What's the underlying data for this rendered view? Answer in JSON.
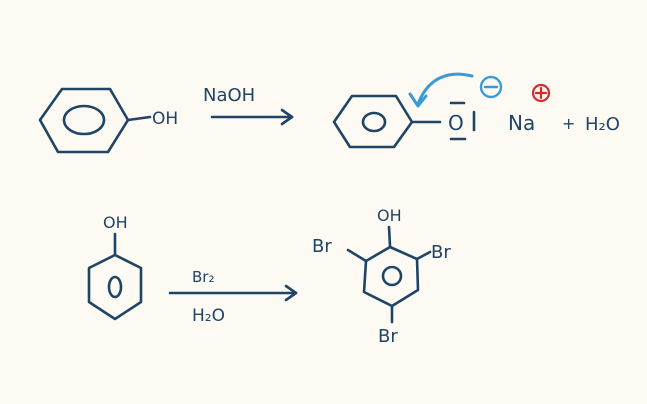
{
  "colors": {
    "ink": "#1f4566",
    "arrow_accent": "#3a9ad8",
    "positive_charge": "#d8282e",
    "background": "#fdf9f3"
  },
  "reaction1": {
    "reactant_group": "OH",
    "reagent": "NaOH",
    "oxygen": "O",
    "cation": "Na",
    "negative_charge": "⊖",
    "positive_charge": "⊕",
    "plus": "+",
    "byproduct": "H₂O",
    "arrow_icon": "curved-electron-arrow-icon"
  },
  "reaction2": {
    "reactant_group": "OH",
    "reagent_top": "Br₂",
    "reagent_bottom": "H₂O",
    "product_oh": "OH",
    "br_left": "Br",
    "br_right": "Br",
    "br_bottom": "Br"
  }
}
